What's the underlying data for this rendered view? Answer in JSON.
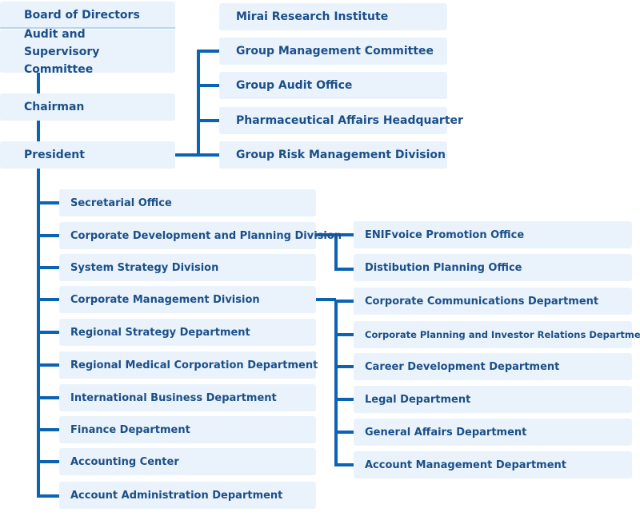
{
  "top_chain": {
    "board": "Board of Directors",
    "audit": "Audit and Supervisory Committee",
    "chairman": "Chairman",
    "president": "President"
  },
  "president_units": [
    "Mirai Research Institute",
    "Group Management Committee",
    "Group Audit Office",
    "Pharmaceutical Affairs Headquarter",
    "Group Risk Management Division"
  ],
  "divisions": [
    "Secretarial Office",
    "Corporate Development and Planning Division",
    "System Strategy Division",
    "Corporate Management Division",
    "Regional Strategy Department",
    "Regional Medical Corporation Department",
    "International Business Department",
    "Finance Department",
    "Accounting Center",
    "Account Administration Department"
  ],
  "cdp_children": [
    "ENIFvoice Promotion Office",
    "Distibution Planning Office"
  ],
  "cmd_children": [
    "Corporate Communications Department",
    "Corporate Planning and Investor Relations Department",
    "Career Development Department",
    "Legal Department",
    "General Affairs Department",
    "Account Management Department"
  ],
  "colors": {
    "box_fill": "#eaf3fb",
    "text": "#1b4f8a",
    "connector": "#0b63b3"
  }
}
